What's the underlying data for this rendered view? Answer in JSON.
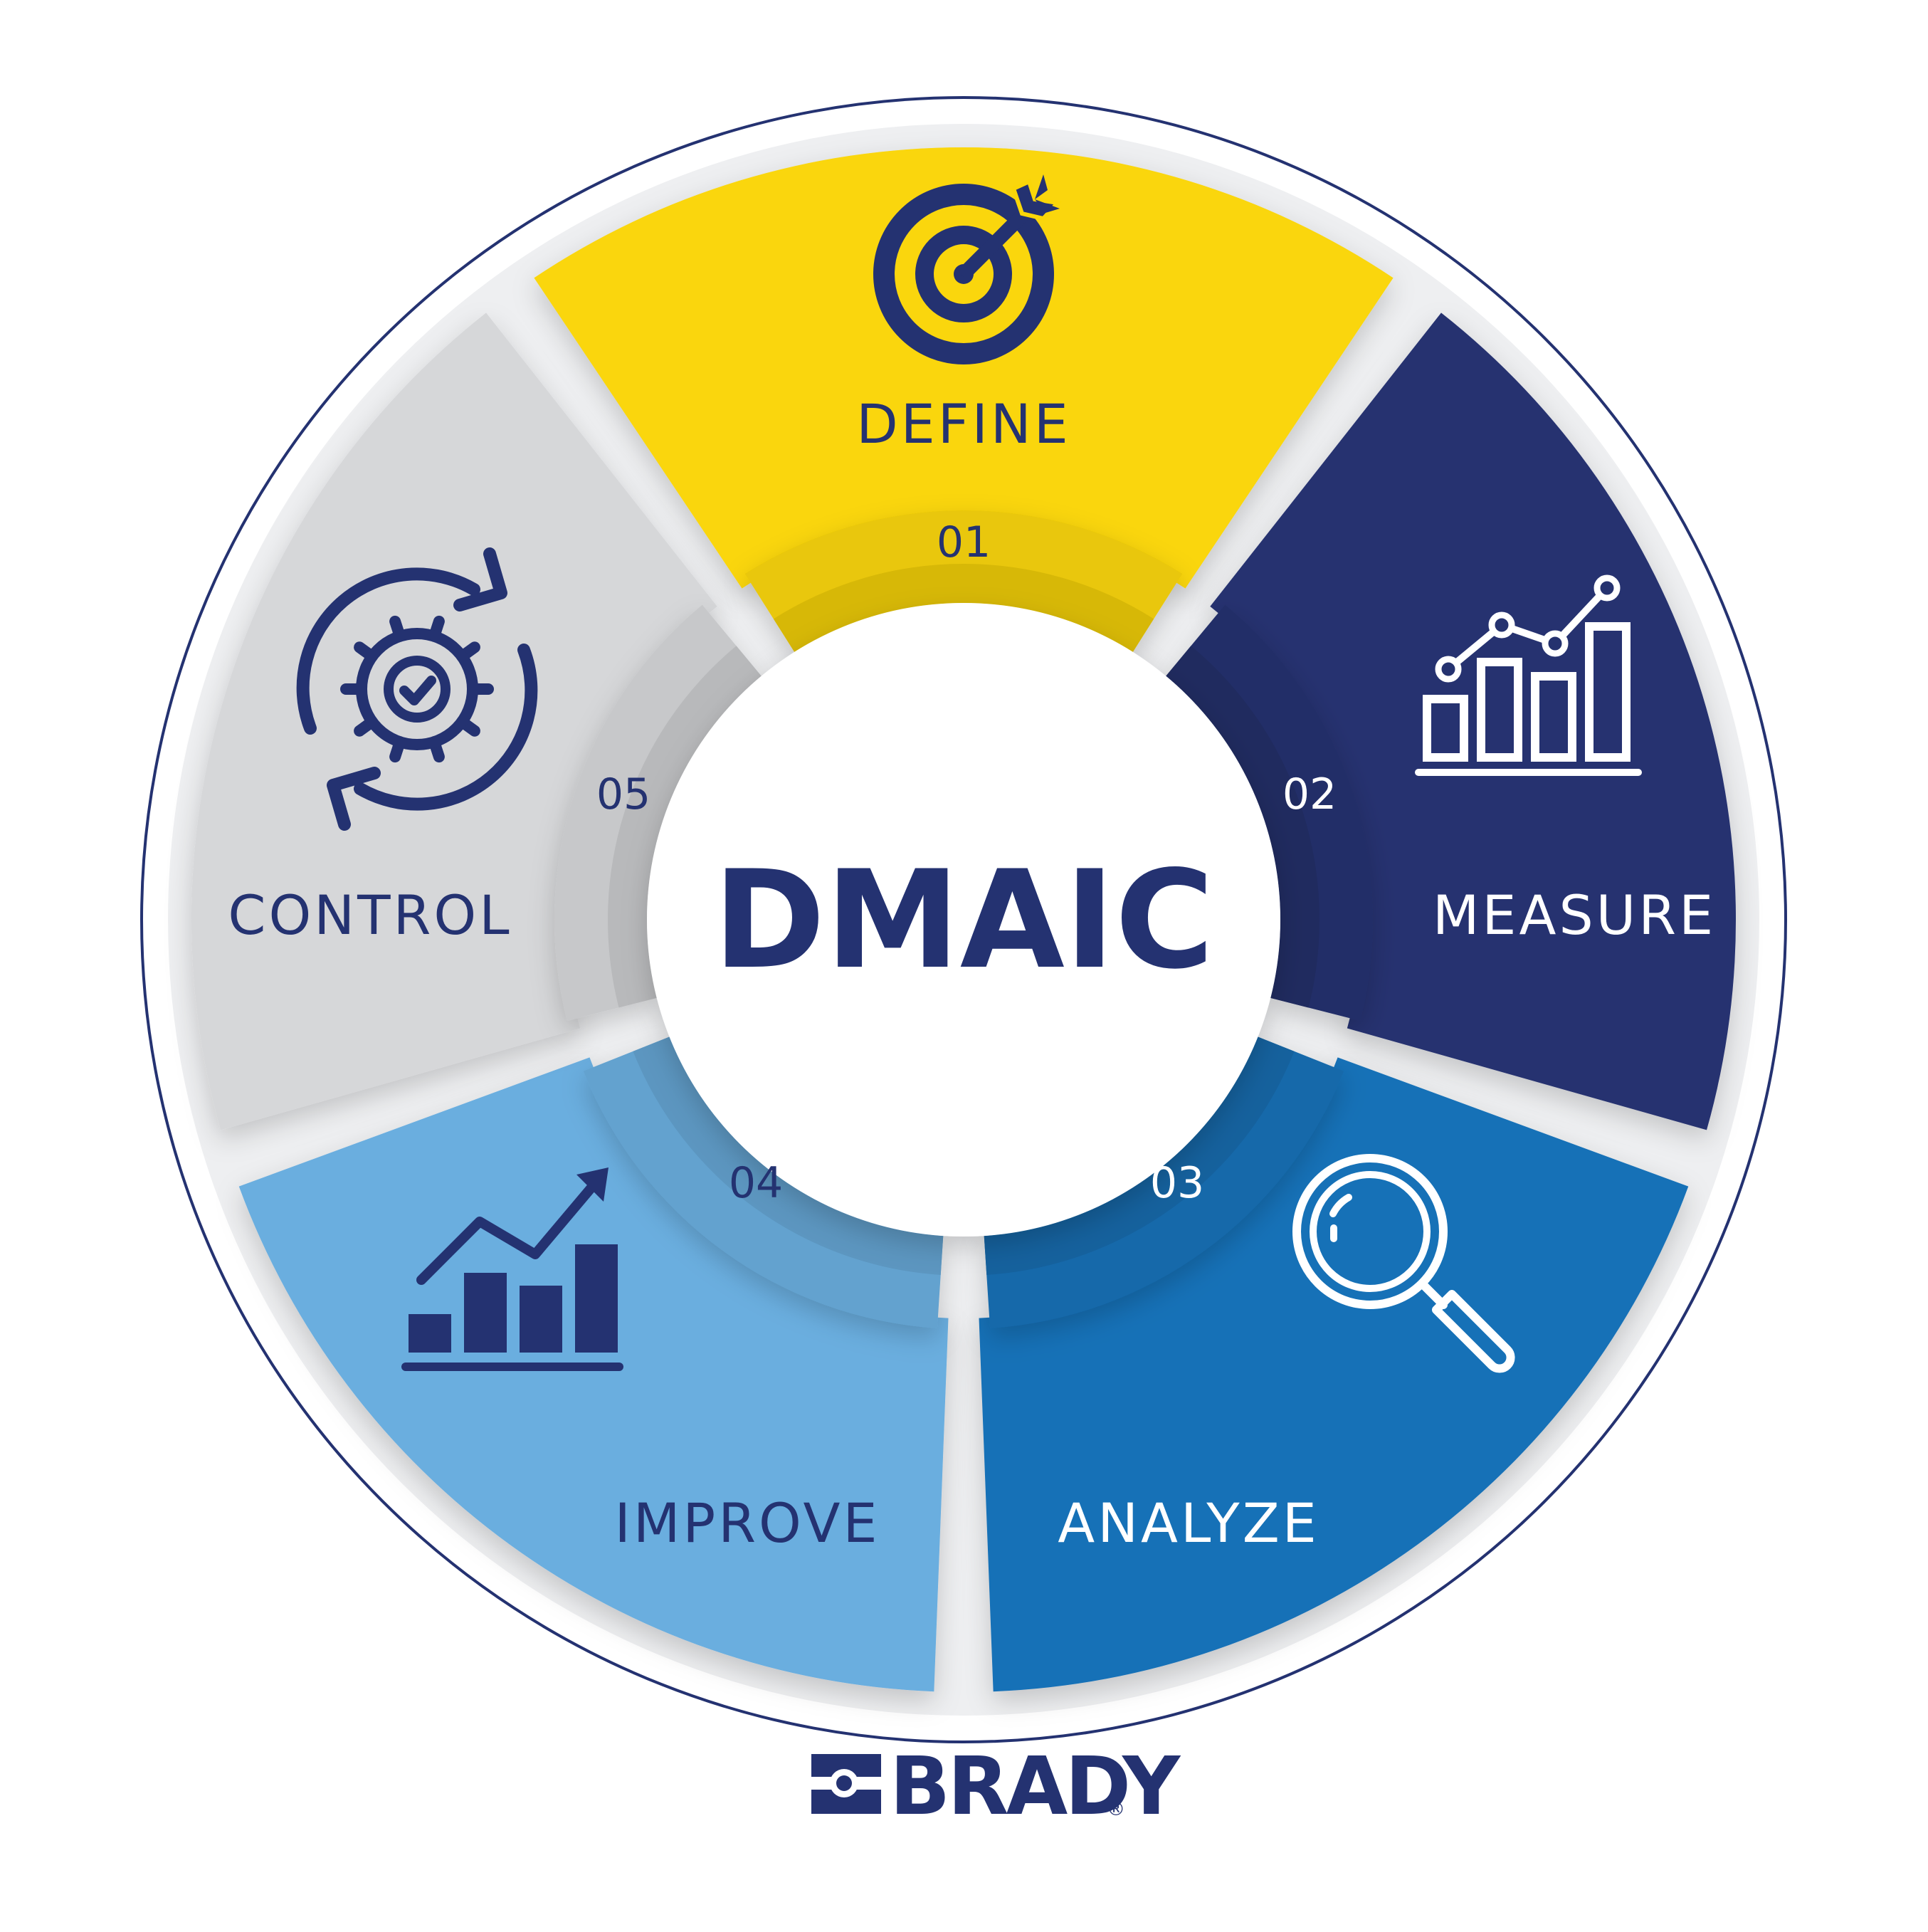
{
  "title": "DMAIC",
  "segments": [
    {
      "id": "define",
      "number": "01",
      "label": "DEFINE",
      "icon": "target-icon",
      "color": "#FAD608",
      "label_color": "#243271"
    },
    {
      "id": "measure",
      "number": "02",
      "label": "MEASURE",
      "icon": "line-bar-chart-icon",
      "color": "#25326F",
      "label_color": "#ffffff"
    },
    {
      "id": "analyze",
      "number": "03",
      "label": "ANALYZE",
      "icon": "magnifier-icon",
      "color": "#1871B7",
      "label_color": "#ffffff"
    },
    {
      "id": "improve",
      "number": "04",
      "label": "IMPROVE",
      "icon": "growth-chart-icon",
      "color": "#6BAEDF",
      "label_color": "#243271"
    },
    {
      "id": "control",
      "number": "05",
      "label": "CONTROL",
      "icon": "gear-cycle-check-icon",
      "color": "#D6D7D9",
      "label_color": "#243271"
    }
  ],
  "brand": {
    "name": "BRADY",
    "registered": "®",
    "color": "#243271"
  },
  "colors": {
    "ring_outline": "#243271",
    "background": "#ffffff"
  }
}
